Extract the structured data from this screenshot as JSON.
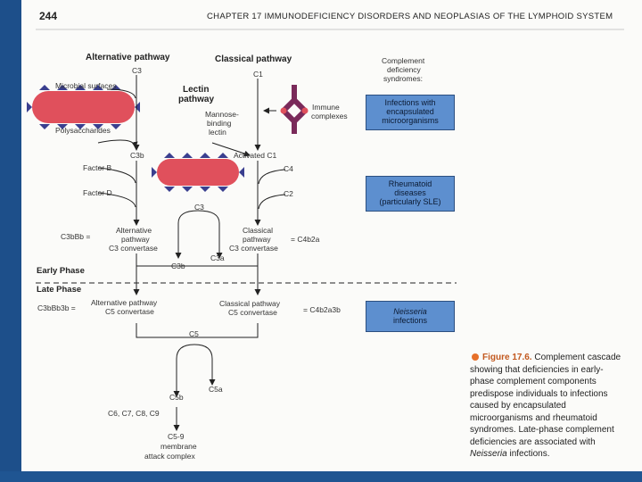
{
  "header": {
    "page_number": "244",
    "chapter_title": "CHAPTER 17  IMMUNODEFICIENCY DISORDERS AND NEOPLASIAS OF THE LYMPHOID SYSTEM"
  },
  "pathways": {
    "alternative": "Alternative pathway",
    "classical": "Classical pathway",
    "lectin_line1": "Lectin",
    "lectin_line2": "pathway"
  },
  "labels": {
    "c3_top": "C3",
    "c1_top": "C1",
    "microbial_surfaces": "Microbial surfaces",
    "polysaccharides": "Polysaccharides",
    "mannose1": "Mannose-",
    "mannose2": "binding",
    "mannose3": "lectin",
    "immune1": "Immune",
    "immune2": "complexes",
    "c3b": "C3b",
    "activated_c1": "Activated C1",
    "factor_b": "Factor B",
    "factor_d": "Factor D",
    "c4": "C4",
    "c2": "C2",
    "c3_mid": "C3",
    "c3bbb": "C3bBb =",
    "alt_conv1": "Alternative",
    "alt_conv2": "pathway",
    "alt_conv3": "C3 convertase",
    "cls_conv1": "Classical",
    "cls_conv2": "pathway",
    "cls_conv3": "C3 convertase",
    "c4b2a": "= C4b2a",
    "c3a": "C3a",
    "c3b_mid": "C3b",
    "early_phase": "Early Phase",
    "late_phase": "Late Phase",
    "c3bbb3b": "C3bBb3b =",
    "alt_c5_1": "Alternative pathway",
    "alt_c5_2": "C5 convertase",
    "cls_c5_1": "Classical pathway",
    "cls_c5_2": "C5 convertase",
    "c4b2a3b": "= C4b2a3b",
    "c5": "C5",
    "c5b": "C5b",
    "c5a": "C5a",
    "c6_c9": "C6, C7, C8, C9",
    "c5_9": "C5-9",
    "mac1": "membrane",
    "mac2": "attack complex"
  },
  "deficiency": {
    "title1": "Complement",
    "title2": "deficiency",
    "title3": "syndromes:",
    "box1": [
      "Infections with",
      "encapsulated",
      "microorganisms"
    ],
    "box2": [
      "Rheumatoid",
      "diseases",
      "(particularly SLE)"
    ],
    "box3": [
      "Neisseria",
      "infections"
    ]
  },
  "caption": {
    "label": "Figure 17.6.",
    "text": " Complement cascade showing that deficiencies in early-phase complement components predispose individuals to infections caused by encapsulated microorganisms and rheumatoid syndromes. Late-phase complement deficiencies are associated with ",
    "italic": "Neisseria",
    "end": " infections."
  },
  "colors": {
    "sidebar": "#1d4f8a",
    "box_fill": "#5d8fcf",
    "bacteria": "#e0505c",
    "spikes": "#3a3f8f",
    "immune": "#7a2a5a"
  }
}
